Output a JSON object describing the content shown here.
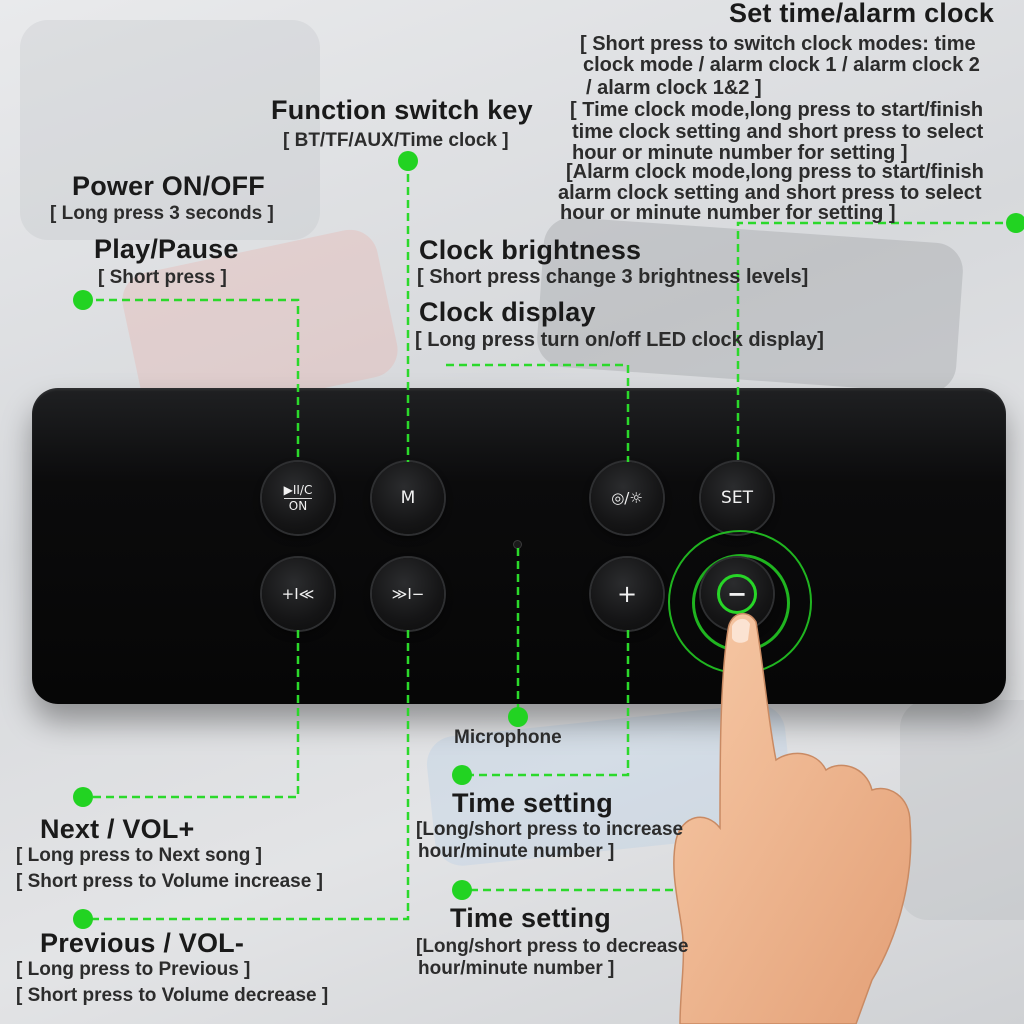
{
  "speaker_buttons": {
    "play": {
      "top": "▶II/C",
      "bottom": "ON"
    },
    "mode": "M",
    "brightness": "◎/☼",
    "set": "SET",
    "prev": "+I≪",
    "next": "≫I−",
    "plus": "+",
    "minus": "−"
  },
  "annotations": {
    "set_time": {
      "title": "Set time/alarm clock",
      "lines": [
        "[ Short press to switch clock modes: time",
        "clock mode / alarm clock 1 / alarm clock 2",
        "/ alarm clock 1&2 ]",
        "[ Time clock mode,long press to start/finish",
        "time clock setting and short press to select",
        "hour or minute number for setting ]",
        "[Alarm clock mode,long press to start/finish",
        "alarm clock setting and short press to select",
        "hour or minute number for setting ]"
      ]
    },
    "function_switch": {
      "title": "Function switch key",
      "note": "[ BT/TF/AUX/Time clock ]"
    },
    "power": {
      "title": "Power ON/OFF",
      "note": "[ Long press 3 seconds ]"
    },
    "play_pause": {
      "title": "Play/Pause",
      "note": "[ Short press ]"
    },
    "clock_brightness": {
      "title": "Clock brightness",
      "note": "[ Short press change 3 brightness levels]"
    },
    "clock_display": {
      "title": "Clock display",
      "note": "[ Long press turn on/off LED clock display]"
    },
    "microphone": {
      "title": "Microphone"
    },
    "time_setting_inc": {
      "title": "Time setting",
      "lines": [
        "[Long/short press to increase",
        "hour/minute number ]"
      ]
    },
    "next_vol": {
      "title": "Next / VOL+",
      "lines": [
        "[ Long press to Next song ]",
        "[ Short press to Volume increase ]"
      ]
    },
    "time_setting_dec": {
      "title": "Time setting",
      "lines": [
        "[Long/short press to decrease",
        "hour/minute number ]"
      ]
    },
    "prev_vol": {
      "title": "Previous / VOL-",
      "lines": [
        "[ Long press to Previous ]",
        "[ Short press to Volume decrease ]"
      ]
    }
  },
  "colors": {
    "callout_line": "#2bd92b",
    "callout_dot": "#22d322",
    "speaker_body": "#0a0a0a",
    "label_text": "#1a1a1a"
  }
}
